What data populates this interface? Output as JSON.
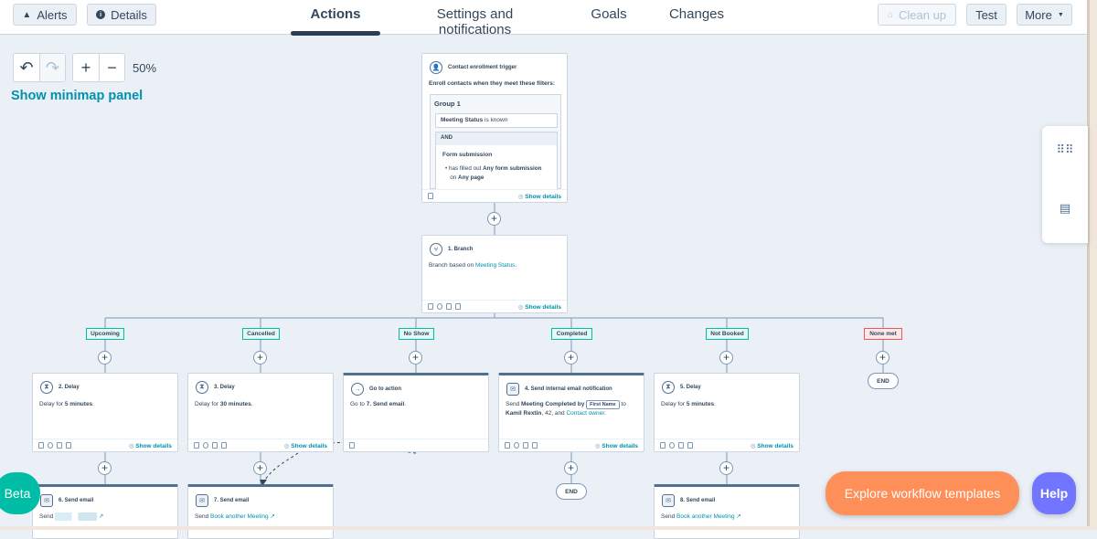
{
  "topbar": {
    "alerts_label": "Alerts",
    "details_label": "Details",
    "tabs": [
      {
        "label": "Actions",
        "active": true
      },
      {
        "label": "Settings and notifications",
        "active": false
      },
      {
        "label": "Goals",
        "active": false
      },
      {
        "label": "Changes",
        "active": false
      }
    ],
    "cleanup_label": "Clean up",
    "test_label": "Test",
    "more_label": "More"
  },
  "canvas": {
    "zoom_level": "50%",
    "minimap_link": "Show minimap panel"
  },
  "trigger": {
    "title": "Contact enrollment trigger",
    "subtitle": "Enroll contacts when they meet these filters:",
    "group_title": "Group 1",
    "filter1_prop": "Meeting Status",
    "filter1_rest": " is known",
    "and_label": "AND",
    "form_title": "Form submission",
    "cond_pre": "has filled out ",
    "cond_b1": "Any form submission",
    "cond_mid": " on ",
    "cond_b2": "Any page",
    "show_details": "Show details"
  },
  "branch": {
    "title": "1. Branch",
    "body_pre": "Branch based on ",
    "body_link": "Meeting Status",
    "body_post": ".",
    "show_details": "Show details"
  },
  "branch_labels": [
    "Upcoming",
    "Cancelled",
    "No Show",
    "Completed",
    "Not Booked",
    "None met"
  ],
  "end_label": "END",
  "actions": [
    {
      "title": "2. Delay",
      "pre": "Delay for ",
      "bold": "5 minutes",
      "post": ".",
      "show_details": "Show details"
    },
    {
      "title": "3. Delay",
      "pre": "Delay for ",
      "bold": "30 minutes",
      "post": ".",
      "show_details": "Show details"
    },
    {
      "title": "Go to action",
      "pre": "Go to ",
      "bold": "7. Send email",
      "post": "."
    },
    {
      "title": "4. Send internal email notification",
      "pre": "Send ",
      "bold": "Meeting Completed by",
      "chip": "First Name",
      "to": " to",
      "line2_b": "Kamil Rextin",
      "line2_mid": ", 42, and ",
      "line2_link": "Contact owner",
      "line2_post": ".",
      "show_details": "Show details"
    },
    {
      "title": "5. Delay",
      "pre": "Delay for ",
      "bold": "5 minutes",
      "post": ".",
      "show_details": "Show details"
    }
  ],
  "emails": [
    {
      "title": "6. Send email",
      "pre": "Send "
    },
    {
      "title": "7. Send email",
      "pre": "Send ",
      "link": "Book another Meeting"
    },
    {
      "title": "8. Send email",
      "pre": "Send ",
      "link": "Book another Meeting"
    }
  ],
  "floating": {
    "beta": "Beta",
    "explore": "Explore workflow templates",
    "help": "Help"
  },
  "colors": {
    "accent": "#0091ae",
    "branch_label": "#00bda5",
    "none_met": "#f2545b",
    "explore_button": "#ff8f59",
    "help_button": "#7175ff",
    "tab_underline": "#2d3e50"
  }
}
